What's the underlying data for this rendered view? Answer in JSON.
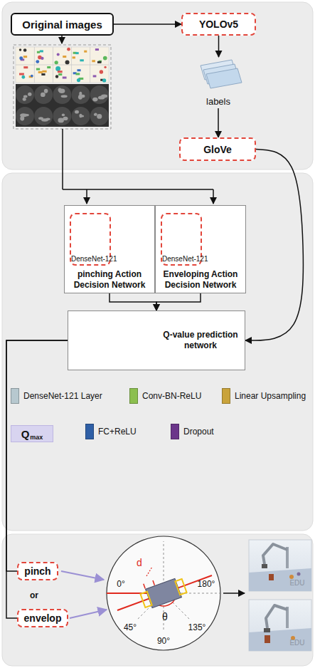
{
  "diagram": {
    "nodes": [
      {
        "text": [
          "Original images"
        ]
      },
      {
        "text": [
          "YOLOv5"
        ]
      },
      {
        "text": [
          "labels"
        ]
      },
      {
        "text": [
          "GloVe"
        ]
      },
      {
        "text": [
          "pinching Action Decision Network"
        ]
      },
      {
        "text": [
          "DenseNet-121"
        ],
        "in": 4
      },
      {
        "text": [
          "Enveloping Action Decision Network"
        ]
      },
      {
        "text": [
          "DenseNet-121"
        ],
        "in": 6
      },
      {
        "text": [
          "Q-value prediction network"
        ]
      },
      {
        "text": [
          "Q",
          "max"
        ]
      },
      {
        "text": [
          "pinch"
        ]
      },
      {
        "text": [
          "envelop"
        ]
      }
    ],
    "edges": [
      {
        "from": 0,
        "to": 1,
        "arrow": "to"
      },
      {
        "from": 1,
        "to": 2,
        "arrow": "to"
      },
      {
        "from": 2,
        "to": 3,
        "arrow": "to"
      },
      {
        "from": 3,
        "to": 8,
        "arrow": "to"
      },
      {
        "from": 4,
        "to": 8,
        "arrow": "to"
      },
      {
        "from": 6,
        "to": 8,
        "arrow": "to"
      },
      {
        "from": 8,
        "to": 10,
        "arrow": "none"
      },
      {
        "from": 8,
        "to": 11,
        "arrow": "none"
      }
    ],
    "labels": [
      "or",
      "d",
      "θ",
      "0°",
      "45°",
      "90°",
      "135°",
      "180°",
      "EDU",
      "EDU"
    ],
    "legend": [
      {
        "text": "DenseNet-121 Layer",
        "color": "#b7c8cf"
      },
      {
        "text": "Conv-BN-ReLU",
        "color": "#8cbf4f"
      },
      {
        "text": "Linear Upsampling",
        "color": "#c9a33b"
      },
      {
        "text": "FC+ReLU",
        "color": "#2f5fa6"
      },
      {
        "text": "Dropout",
        "color": "#6b358a"
      }
    ]
  }
}
